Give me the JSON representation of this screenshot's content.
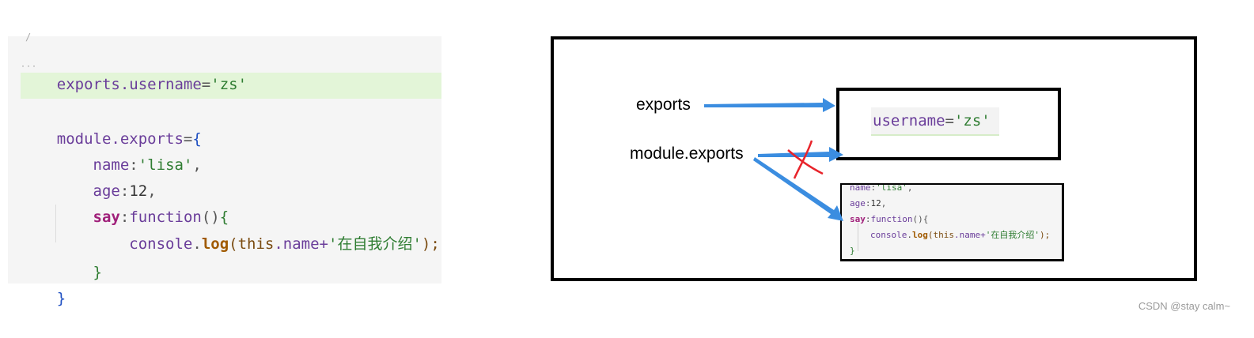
{
  "left_code": {
    "top_mark": "/",
    "line1": {
      "var": "exports",
      "prop": ".username",
      "op": "=",
      "str": "'zs'"
    },
    "line3": {
      "var": "module.exports",
      "op": "=",
      "brace_open": "{"
    },
    "line4": {
      "prop": "name",
      "colon": ":",
      "str": "'lisa'",
      "comma": ","
    },
    "line5": {
      "prop": "age",
      "colon": ":",
      "num": "12",
      "comma": ","
    },
    "line6": {
      "key": "say",
      "colon": ":",
      "fn": "function",
      "parens": "()",
      "brace": "{"
    },
    "line7": {
      "obj": "console",
      "dot": ".",
      "meth": "log",
      "open": "(",
      "this": "this",
      "rest": ".name+",
      "str": "'在自我介绍'",
      "close": ");"
    },
    "line8": {
      "brace": "}"
    },
    "line9": {
      "brace": "}"
    }
  },
  "diagram": {
    "label_exports": "exports",
    "label_module_exports": "module.exports",
    "target_code": {
      "prop": "username",
      "op": "=",
      "str": "'zs'"
    },
    "new_object": {
      "line1": {
        "prop": "name",
        "colon": ":",
        "str": "'lisa'",
        "comma": ","
      },
      "line2": {
        "prop": "age",
        "colon": ":",
        "num": "12",
        "comma": ","
      },
      "line3": {
        "key": "say",
        "colon": ":",
        "fn": "function",
        "rest": "(){"
      },
      "line4": {
        "obj": "console",
        "dot": ".",
        "meth": "log",
        "open": "(",
        "this": "this",
        "rest": ".name+",
        "str": "'在自我介绍'",
        "close": ");"
      },
      "line5": {
        "brace": "}"
      }
    },
    "colors": {
      "arrow": "#3b8de0",
      "cross": "#e8242b",
      "frame": "#000000"
    }
  },
  "watermark": "CSDN @stay calm~"
}
